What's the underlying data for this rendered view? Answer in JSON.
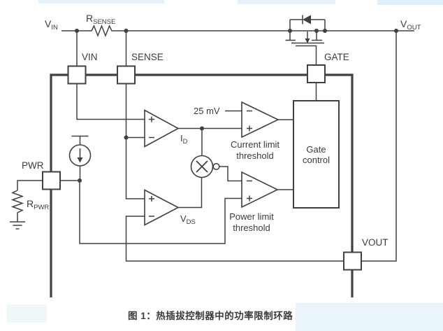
{
  "page": {
    "caption": "图 1：热插拔控制器中的功率限制环路",
    "line_color": "#404040",
    "band_color": "#e4f1f9"
  },
  "labels": {
    "vin_main": "V",
    "vin_sub": "IN",
    "rsense_main": "R",
    "rsense_sub": "SENSE",
    "vout_main": "V",
    "vout_sub": "OUT",
    "rpwr_main": "R",
    "rpwr_sub": "PWR",
    "id_main": "I",
    "id_sub": "D",
    "vds_main": "V",
    "vds_sub": "DS",
    "ref_25mv": "25 mV",
    "pins": {
      "vin": "VIN",
      "sense": "SENSE",
      "gate": "GATE",
      "pwr": "PWR",
      "vout": "VOUT"
    },
    "current_limit_1": "Current limit",
    "current_limit_2": "threshold",
    "power_limit_1": "Power limit",
    "power_limit_2": "threshold",
    "gate_control_1": "Gate",
    "gate_control_2": "control"
  }
}
